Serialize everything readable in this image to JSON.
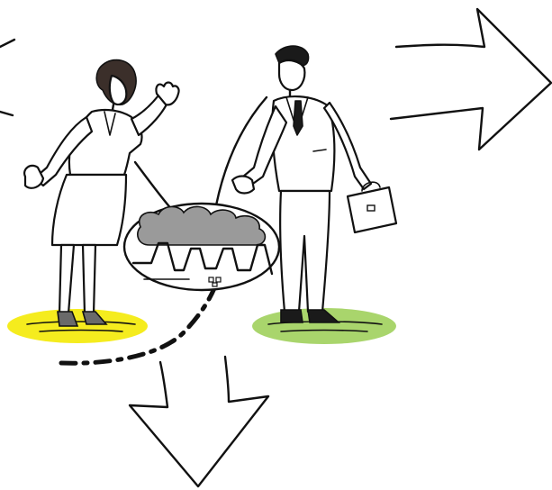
{
  "illustration": {
    "colors": {
      "ink": "#111111",
      "background": "#ffffff",
      "woman_platform": "#f5ec1e",
      "man_platform": "#a9d56c",
      "smoke": "#9a9a9a",
      "hair": "#3b2f2a",
      "shoes": "#6a6a6a"
    },
    "elements": [
      {
        "name": "arrow-left-icon",
        "direction": "left"
      },
      {
        "name": "arrow-right-icon",
        "direction": "right"
      },
      {
        "name": "arrow-down-icon",
        "direction": "down"
      },
      {
        "name": "woman-figure",
        "icon": "businesswoman"
      },
      {
        "name": "man-figure",
        "icon": "businessman-with-briefcase"
      },
      {
        "name": "factory-thought-bubble",
        "icon": "factory-with-smoke"
      },
      {
        "name": "dashed-path",
        "icon": "dash-dot-line"
      }
    ]
  }
}
